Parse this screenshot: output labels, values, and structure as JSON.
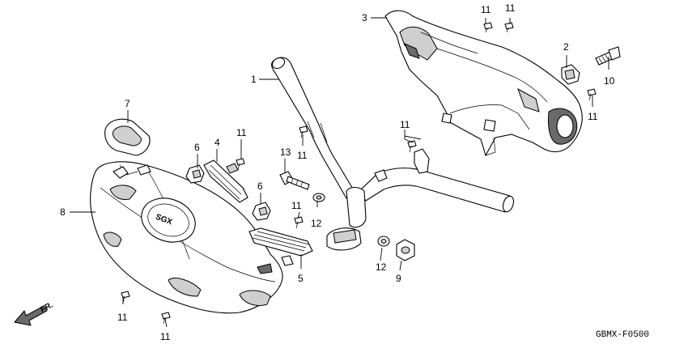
{
  "diagram": {
    "callouts": {
      "c1": "1",
      "c2": "2",
      "c3": "3",
      "c4": "4",
      "c5": "5",
      "c6a": "6",
      "c6b": "6",
      "c7": "7",
      "c8": "8",
      "c9": "9",
      "c10": "10",
      "c11a": "11",
      "c11b": "11",
      "c11c": "11",
      "c11d": "11",
      "c11e": "11",
      "c11f": "11",
      "c11g": "11",
      "c11h": "11",
      "c11i": "11",
      "c12a": "12",
      "c12b": "12",
      "c13": "13"
    },
    "direction_label": "FR.",
    "diagram_code": "GBMX-F0500",
    "emblem_text": "SGX"
  }
}
